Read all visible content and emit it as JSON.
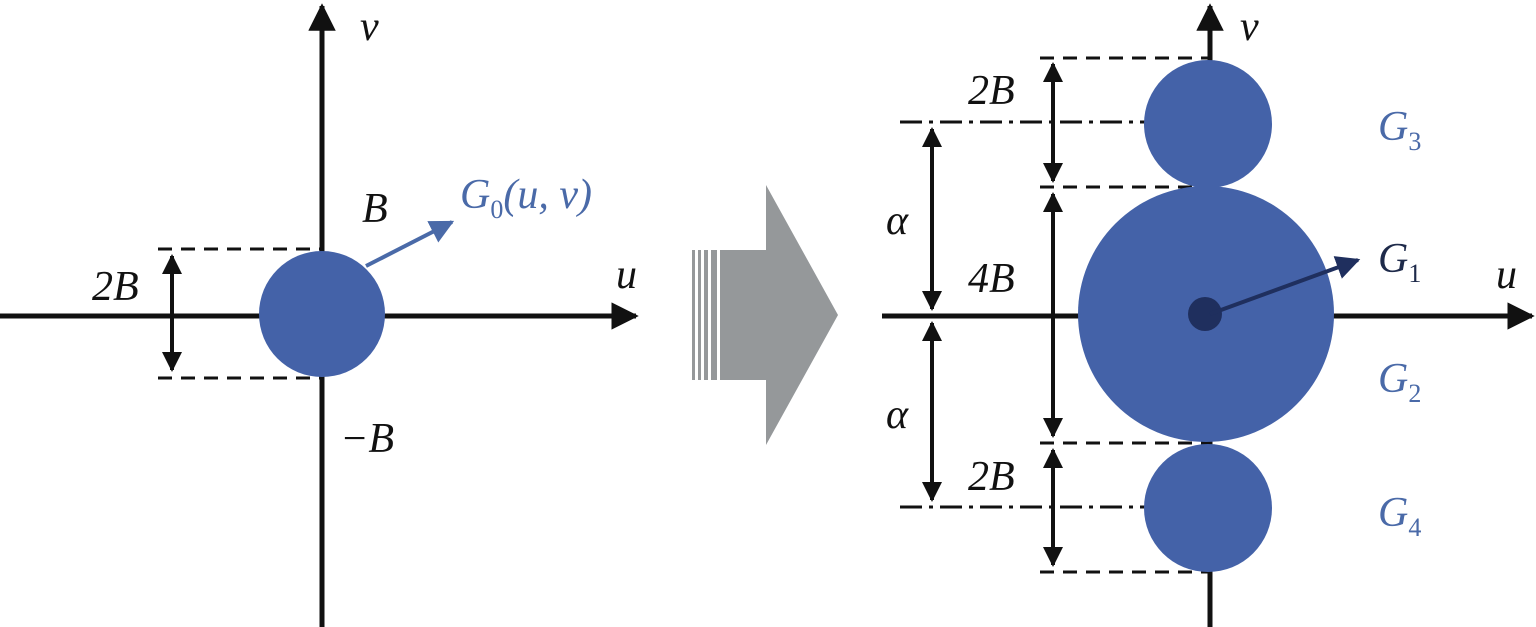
{
  "left_panel": {
    "axis_u": "u",
    "axis_v": "v",
    "label_B": "B",
    "label_minus_B": "−B",
    "label_2B": "2B",
    "label_G0_base": "G",
    "label_G0_sub": "0",
    "label_G0_args": "(u, v)"
  },
  "arrow": {
    "fill_color": "#95989a"
  },
  "right_panel": {
    "axis_u": "u",
    "axis_v": "v",
    "label_2B_top": "2B",
    "label_2B_bottom": "2B",
    "label_4B": "4B",
    "label_alpha_top": "α",
    "label_alpha_bottom": "α",
    "label_G1_base": "G",
    "label_G1_sub": "1",
    "label_G2_base": "G",
    "label_G2_sub": "2",
    "label_G3_base": "G",
    "label_G3_sub": "3",
    "label_G4_base": "G",
    "label_G4_sub": "4"
  },
  "colors": {
    "disk": "#4462a8",
    "label_blue": "#4a6aa8",
    "core": "#1f2f5e",
    "axis": "#111111"
  }
}
